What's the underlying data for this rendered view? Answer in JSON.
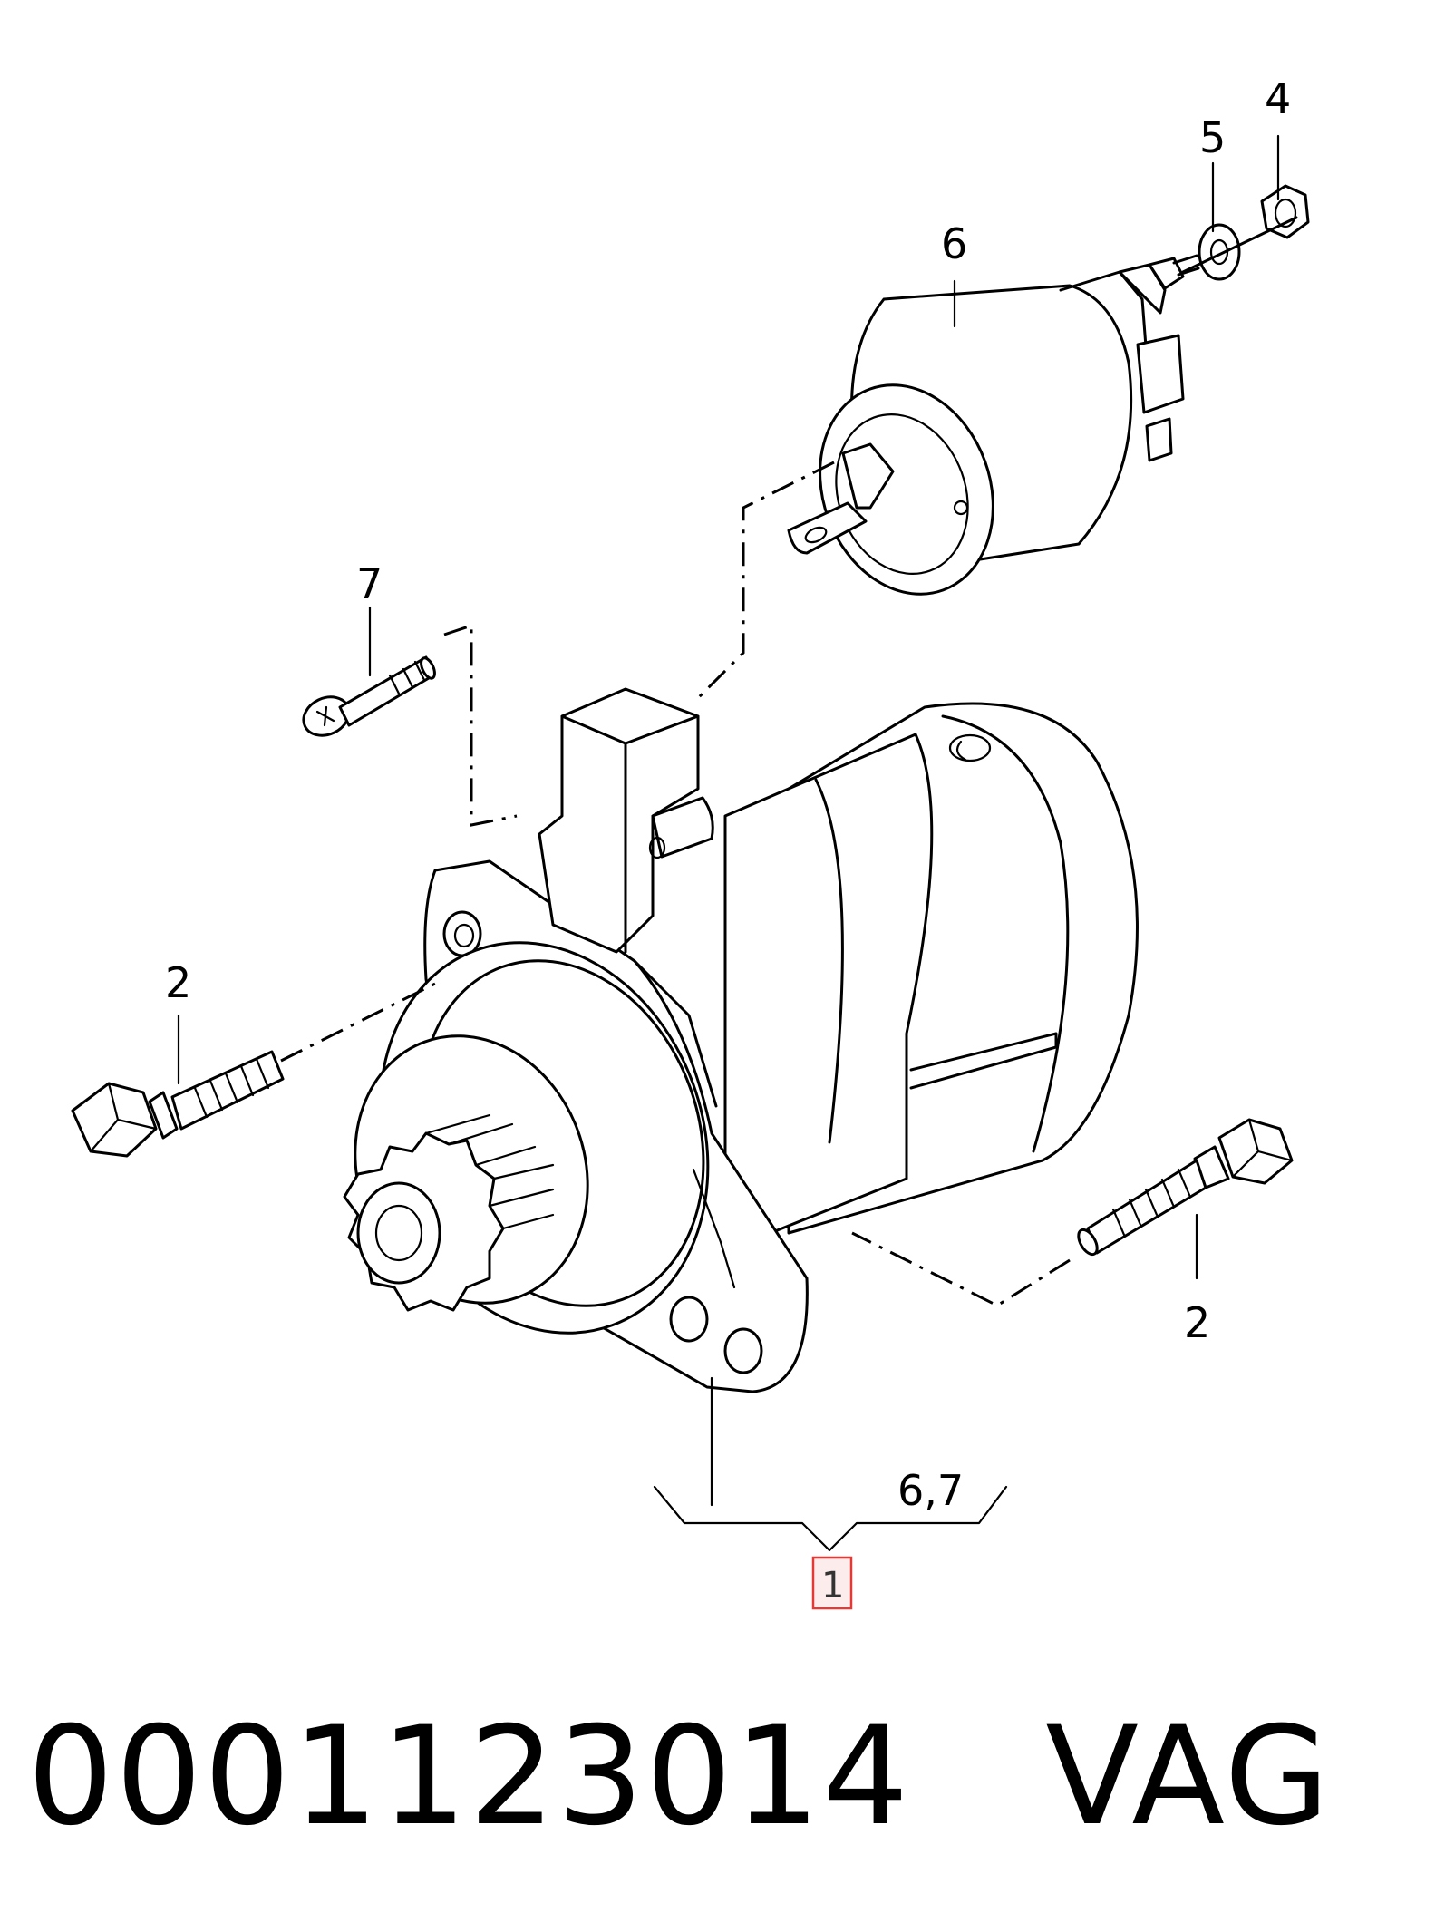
{
  "callouts": {
    "c4": "4",
    "c5": "5",
    "c6": "6",
    "c7": "7",
    "c2_left": "2",
    "c2_right": "2",
    "c67": "6,7",
    "c1": "1"
  },
  "highlight_color": "#e53935",
  "footer": {
    "part_number": "0001123014   VAG"
  }
}
